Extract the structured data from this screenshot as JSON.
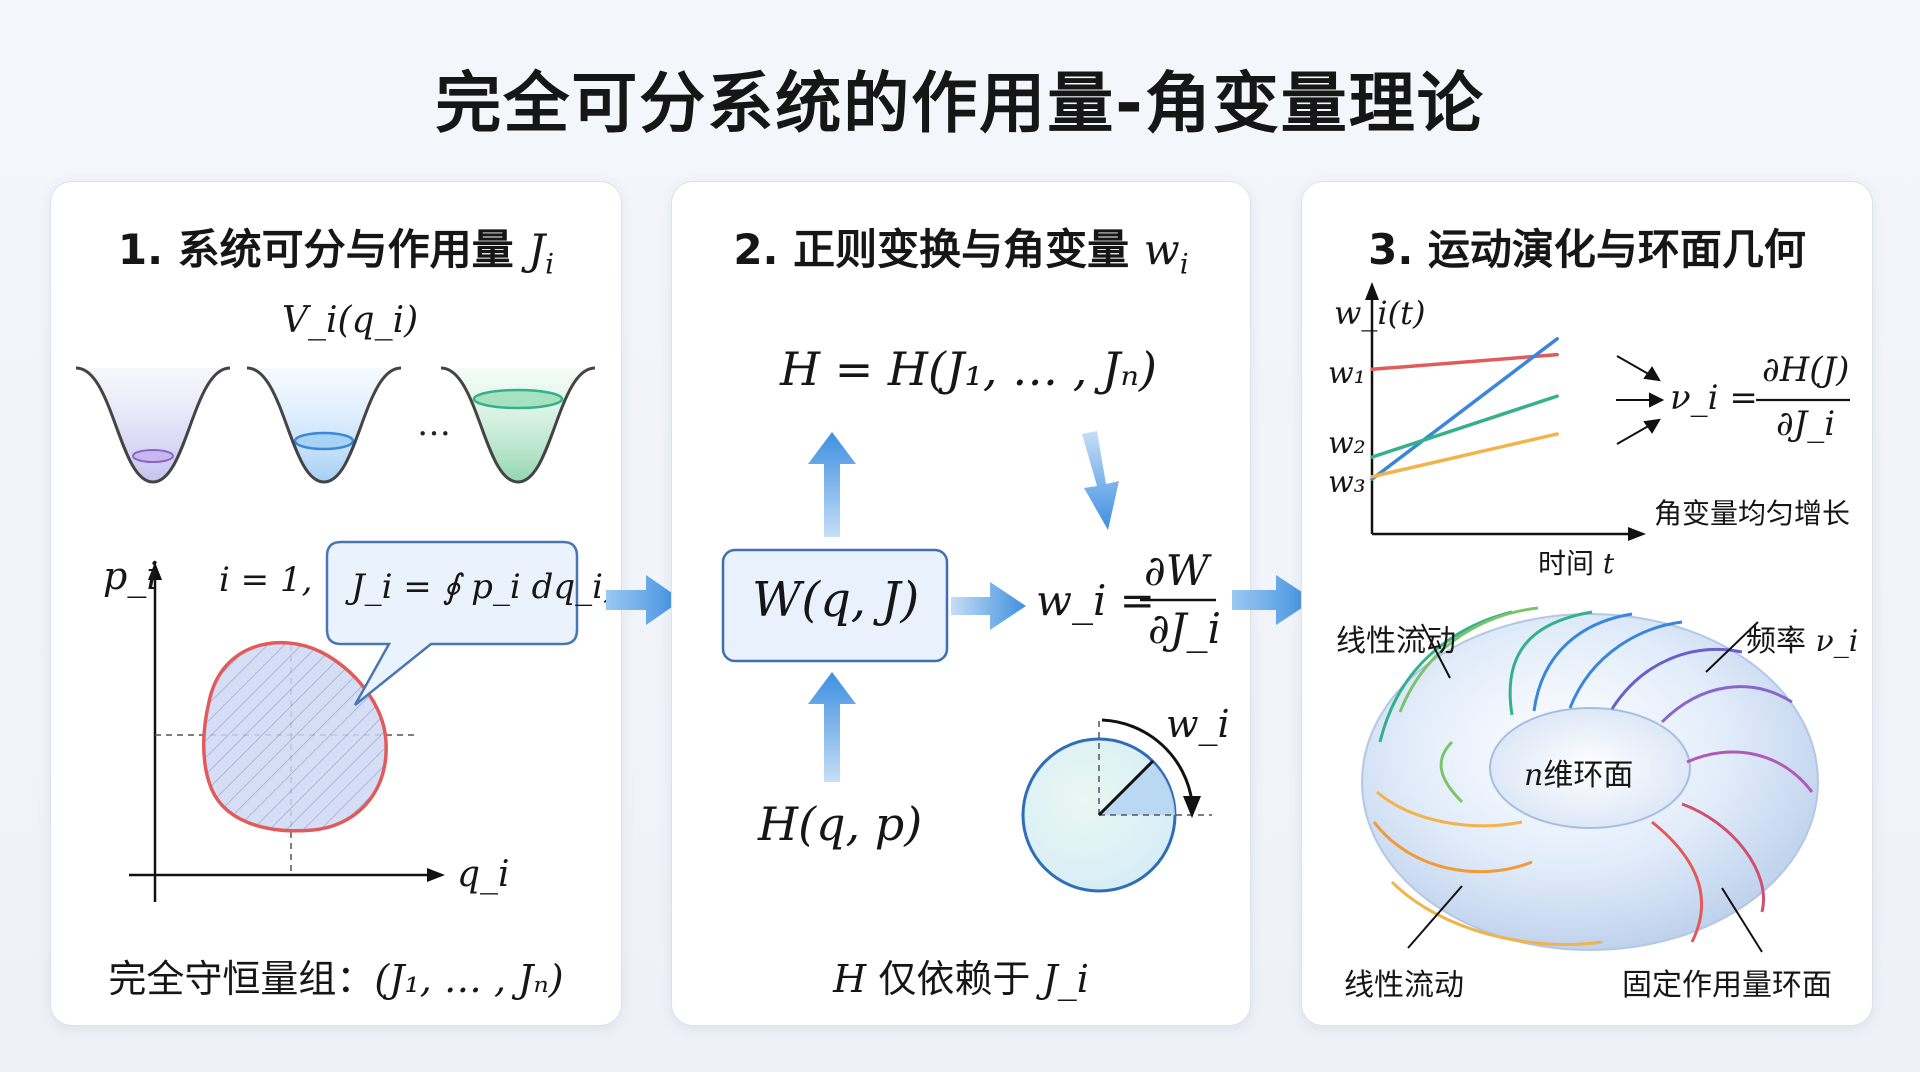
{
  "title": "完全可分系统的作用量-角变量理论",
  "panel1": {
    "title_text": "1. 系统可分与作用量",
    "title_sym": "J",
    "title_sub": "i",
    "potential_label": "V_i(q_i)",
    "dots": "…",
    "axis_p": "p_i",
    "axis_q": "q_i",
    "index_label": "i = 1,",
    "bubble_formula": "J_i = ∮ p_i dq_i,",
    "footer_text": "完全守恒量组：",
    "footer_math": "(J₁, … , Jₙ)"
  },
  "panel2": {
    "title_text": "2. 正则变换与角变量",
    "title_sym": "w",
    "title_sub": "i",
    "hamiltonian_J": "H = H(J₁, … , Jₙ)",
    "generator": "W(q, J)",
    "hamiltonian_qp": "H(q, p)",
    "w_lhs": "w_i =",
    "w_num": "∂W",
    "w_den": "∂J_i",
    "circle_label": "w_i",
    "footer_H": "H",
    "footer_text": "仅依赖于",
    "footer_J": "J_i"
  },
  "panel3": {
    "title_text": "3. 运动演化与环面几何",
    "y_axis_label": "w_i(t)",
    "ticks": [
      "w₁",
      "w₂",
      "w₃"
    ],
    "x_axis_label_cn": "时间",
    "x_axis_label_sym": "t",
    "nu_lhs": "ν_i =",
    "nu_num": "∂H(J)",
    "nu_den": "∂J_i",
    "growth_note": "角变量均匀增长",
    "label_linear_flow_top": "线性流动",
    "label_frequency": "频率",
    "label_frequency_sym": "ν_i",
    "torus_center_sym": "n",
    "torus_center_cn": "维环面",
    "label_linear_flow_bottom": "线性流动",
    "label_fixed_torus": "固定作用量环面"
  },
  "colors": {
    "red": "#e25b5b",
    "blue": "#3a86d8",
    "green": "#34b08a",
    "orange": "#f2b34a",
    "purple": "#8a66c8",
    "arrow": "#3d8fe0",
    "box_fill": "#e8f1fc",
    "box_stroke": "#3f6fb0"
  },
  "chart_data": {
    "type": "line",
    "series": [
      {
        "values": [
          [
            0,
            1.0
          ],
          [
            1,
            1.12
          ]
        ]
      },
      {
        "values": [
          [
            0,
            0.1
          ],
          [
            1,
            1.25
          ]
        ]
      },
      {
        "values": [
          [
            0,
            0.28
          ],
          [
            1,
            0.78
          ]
        ]
      },
      {
        "values": [
          [
            0,
            0.12
          ],
          [
            1,
            0.47
          ]
        ]
      }
    ],
    "xlabel": "时间 t",
    "ylabel": "w_i(t)",
    "xlim": [
      0,
      1.35
    ],
    "ylim": [
      -0.35,
      1.65
    ]
  }
}
